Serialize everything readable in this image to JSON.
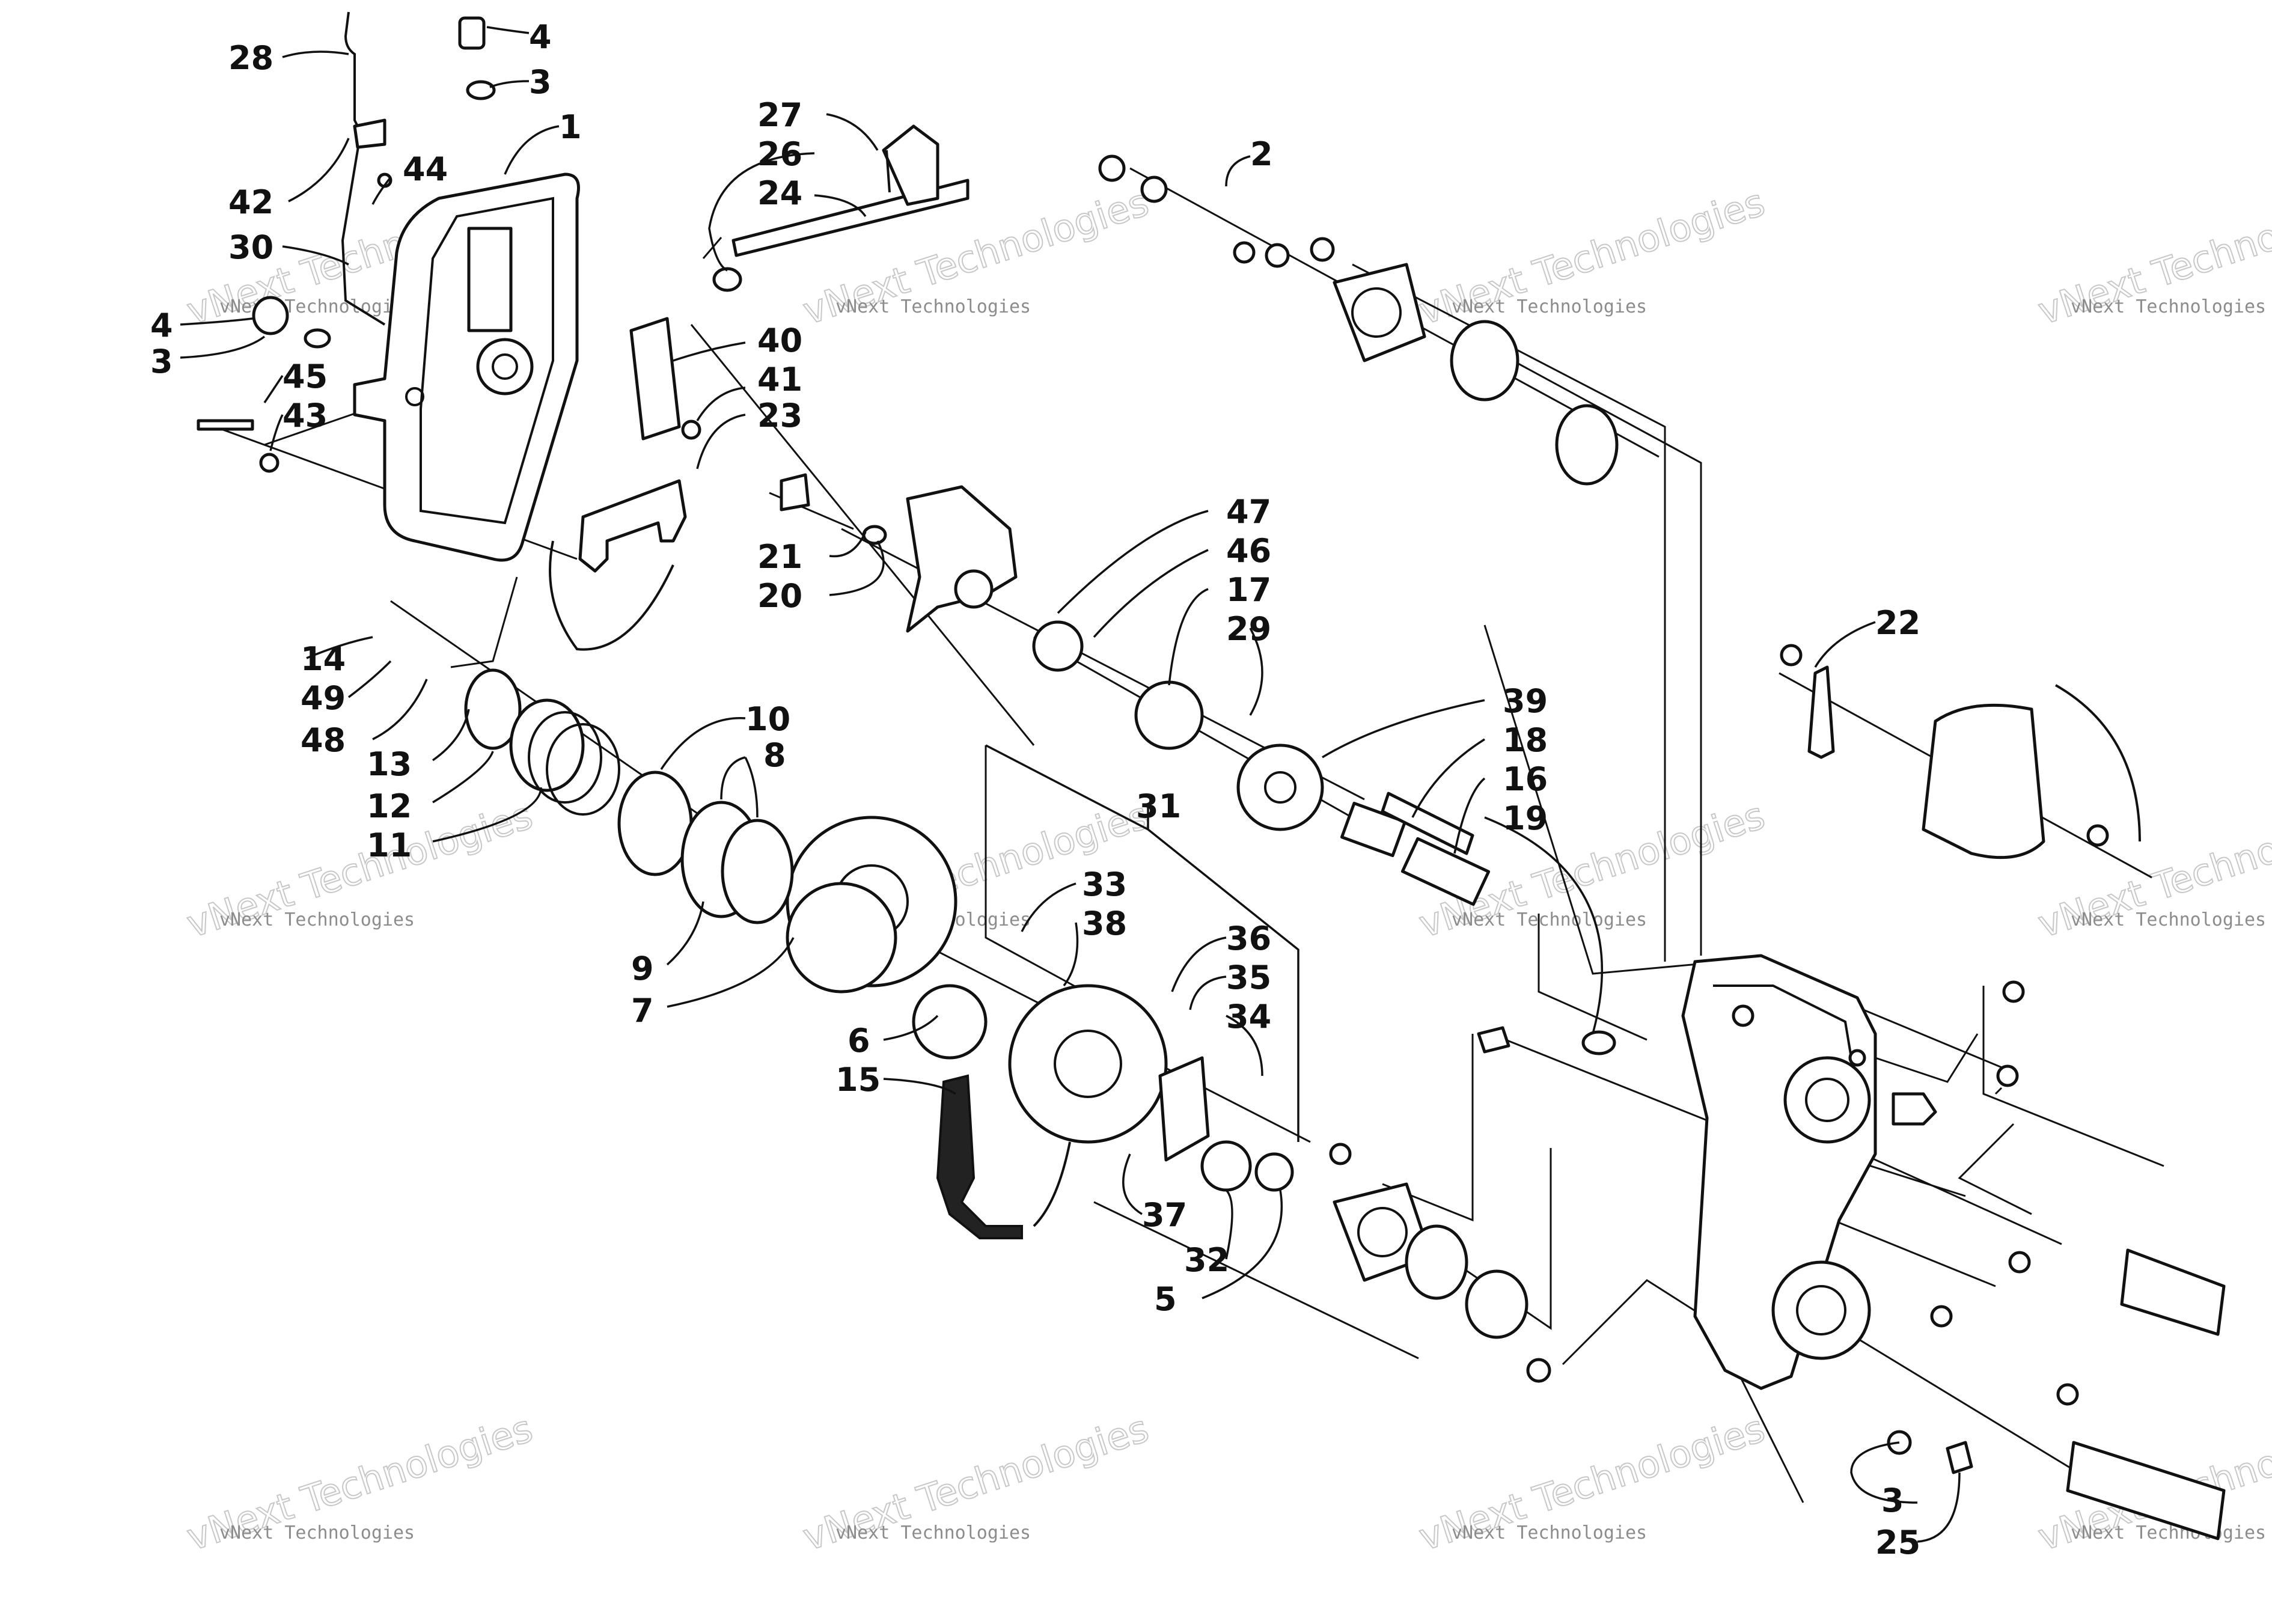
{
  "diagram": {
    "watermark": "vNext Technologies",
    "callouts": [
      "1",
      "2",
      "3",
      "4",
      "5",
      "6",
      "7",
      "8",
      "9",
      "10",
      "11",
      "12",
      "13",
      "14",
      "15",
      "16",
      "17",
      "18",
      "19",
      "20",
      "21",
      "22",
      "23",
      "24",
      "25",
      "26",
      "27",
      "28",
      "29",
      "30",
      "31",
      "32",
      "33",
      "34",
      "35",
      "36",
      "37",
      "38",
      "39",
      "40",
      "41",
      "42",
      "43",
      "44",
      "45",
      "46",
      "47",
      "48",
      "49"
    ]
  }
}
